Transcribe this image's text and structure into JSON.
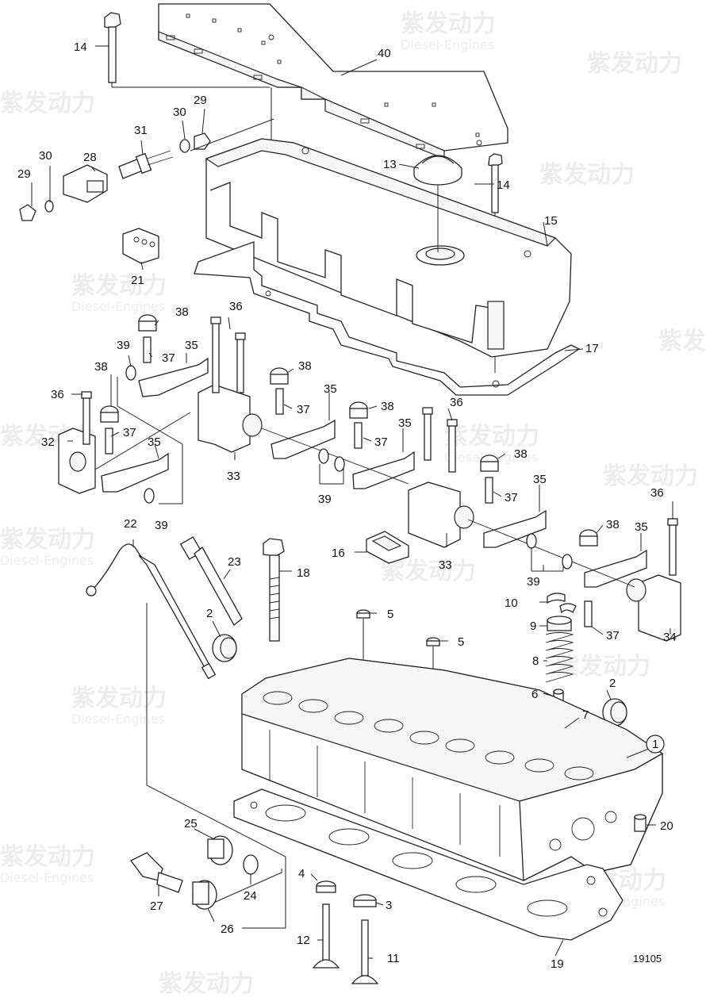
{
  "watermark": {
    "brand_cn": "紫发动力",
    "brand_en": "Diesel-Engines",
    "color": "#c9c9c9"
  },
  "reference_number": "19105",
  "callouts": {
    "c1": "1",
    "c2a": "2",
    "c2b": "2",
    "c3": "3",
    "c4": "4",
    "c5a": "5",
    "c5b": "5",
    "c6": "6",
    "c7": "7",
    "c8": "8",
    "c9": "9",
    "c10": "10",
    "c11": "11",
    "c12": "12",
    "c13": "13",
    "c14a": "14",
    "c14b": "14",
    "c15": "15",
    "c16": "16",
    "c17": "17",
    "c18": "18",
    "c19": "19",
    "c20": "20",
    "c21": "21",
    "c22": "22",
    "c23": "23",
    "c24": "24",
    "c25": "25",
    "c26": "26",
    "c27": "27",
    "c28": "28",
    "c29a": "29",
    "c29b": "29",
    "c30a": "30",
    "c30b": "30",
    "c31": "31",
    "c32": "32",
    "c33a": "33",
    "c33b": "33",
    "c34": "34",
    "c35a": "35",
    "c35b": "35",
    "c35c": "35",
    "c35d": "35",
    "c35e": "35",
    "c35f": "35",
    "c36a": "36",
    "c36b": "36",
    "c36c": "36",
    "c36d": "36",
    "c37a": "37",
    "c37b": "37",
    "c37c": "37",
    "c37d": "37",
    "c37e": "37",
    "c37f": "37",
    "c38a": "38",
    "c38b": "38",
    "c38c": "38",
    "c38d": "38",
    "c38e": "38",
    "c38f": "38",
    "c39a": "39",
    "c39b": "39",
    "c39c": "39",
    "c39d": "39",
    "c40": "40"
  }
}
